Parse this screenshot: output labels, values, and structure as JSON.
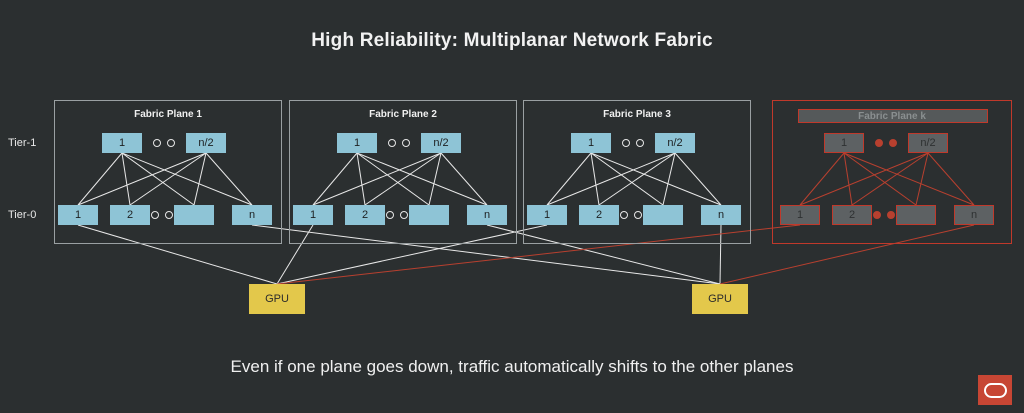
{
  "title": "High Reliability: Multiplanar Network Fabric",
  "caption": "Even if one plane goes down, traffic automatically shifts to the other planes",
  "colors": {
    "background": "#2b2f30",
    "node_blue": "#8ec4d6",
    "node_failed_gray": "#5d6163",
    "failed_red": "#c0392b",
    "link_white": "#e8e8e8",
    "link_red": "#b8402f",
    "gpu_yellow": "#e3c84b",
    "plane_border": "#9aa0a2",
    "logo_red": "#c74634",
    "text_light": "#f0f0f0"
  },
  "tier_labels": [
    {
      "id": "tier-1",
      "text": "Tier-1"
    },
    {
      "id": "tier-0",
      "text": "Tier-0"
    }
  ],
  "planes": [
    {
      "id": "plane-1",
      "title": "Fabric Plane 1",
      "state": "healthy",
      "tier1_nodes": [
        "1",
        "n/2"
      ],
      "tier0_nodes": [
        "1",
        "2",
        "",
        "n"
      ]
    },
    {
      "id": "plane-2",
      "title": "Fabric Plane 2",
      "state": "healthy",
      "tier1_nodes": [
        "1",
        "n/2"
      ],
      "tier0_nodes": [
        "1",
        "2",
        "",
        "n"
      ]
    },
    {
      "id": "plane-3",
      "title": "Fabric Plane 3",
      "state": "healthy",
      "tier1_nodes": [
        "1",
        "n/2"
      ],
      "tier0_nodes": [
        "1",
        "2",
        "",
        "n"
      ]
    },
    {
      "id": "plane-k",
      "title": "Fabric Plane k",
      "state": "failed",
      "tier1_nodes": [
        "1",
        "n/2"
      ],
      "tier0_nodes": [
        "1",
        "2",
        "",
        "n"
      ]
    }
  ],
  "gpus": [
    {
      "id": "gpu-left",
      "label": "GPU"
    },
    {
      "id": "gpu-right",
      "label": "GPU"
    }
  ],
  "logo": {
    "name": "oracle-logo",
    "shape": "oval"
  }
}
